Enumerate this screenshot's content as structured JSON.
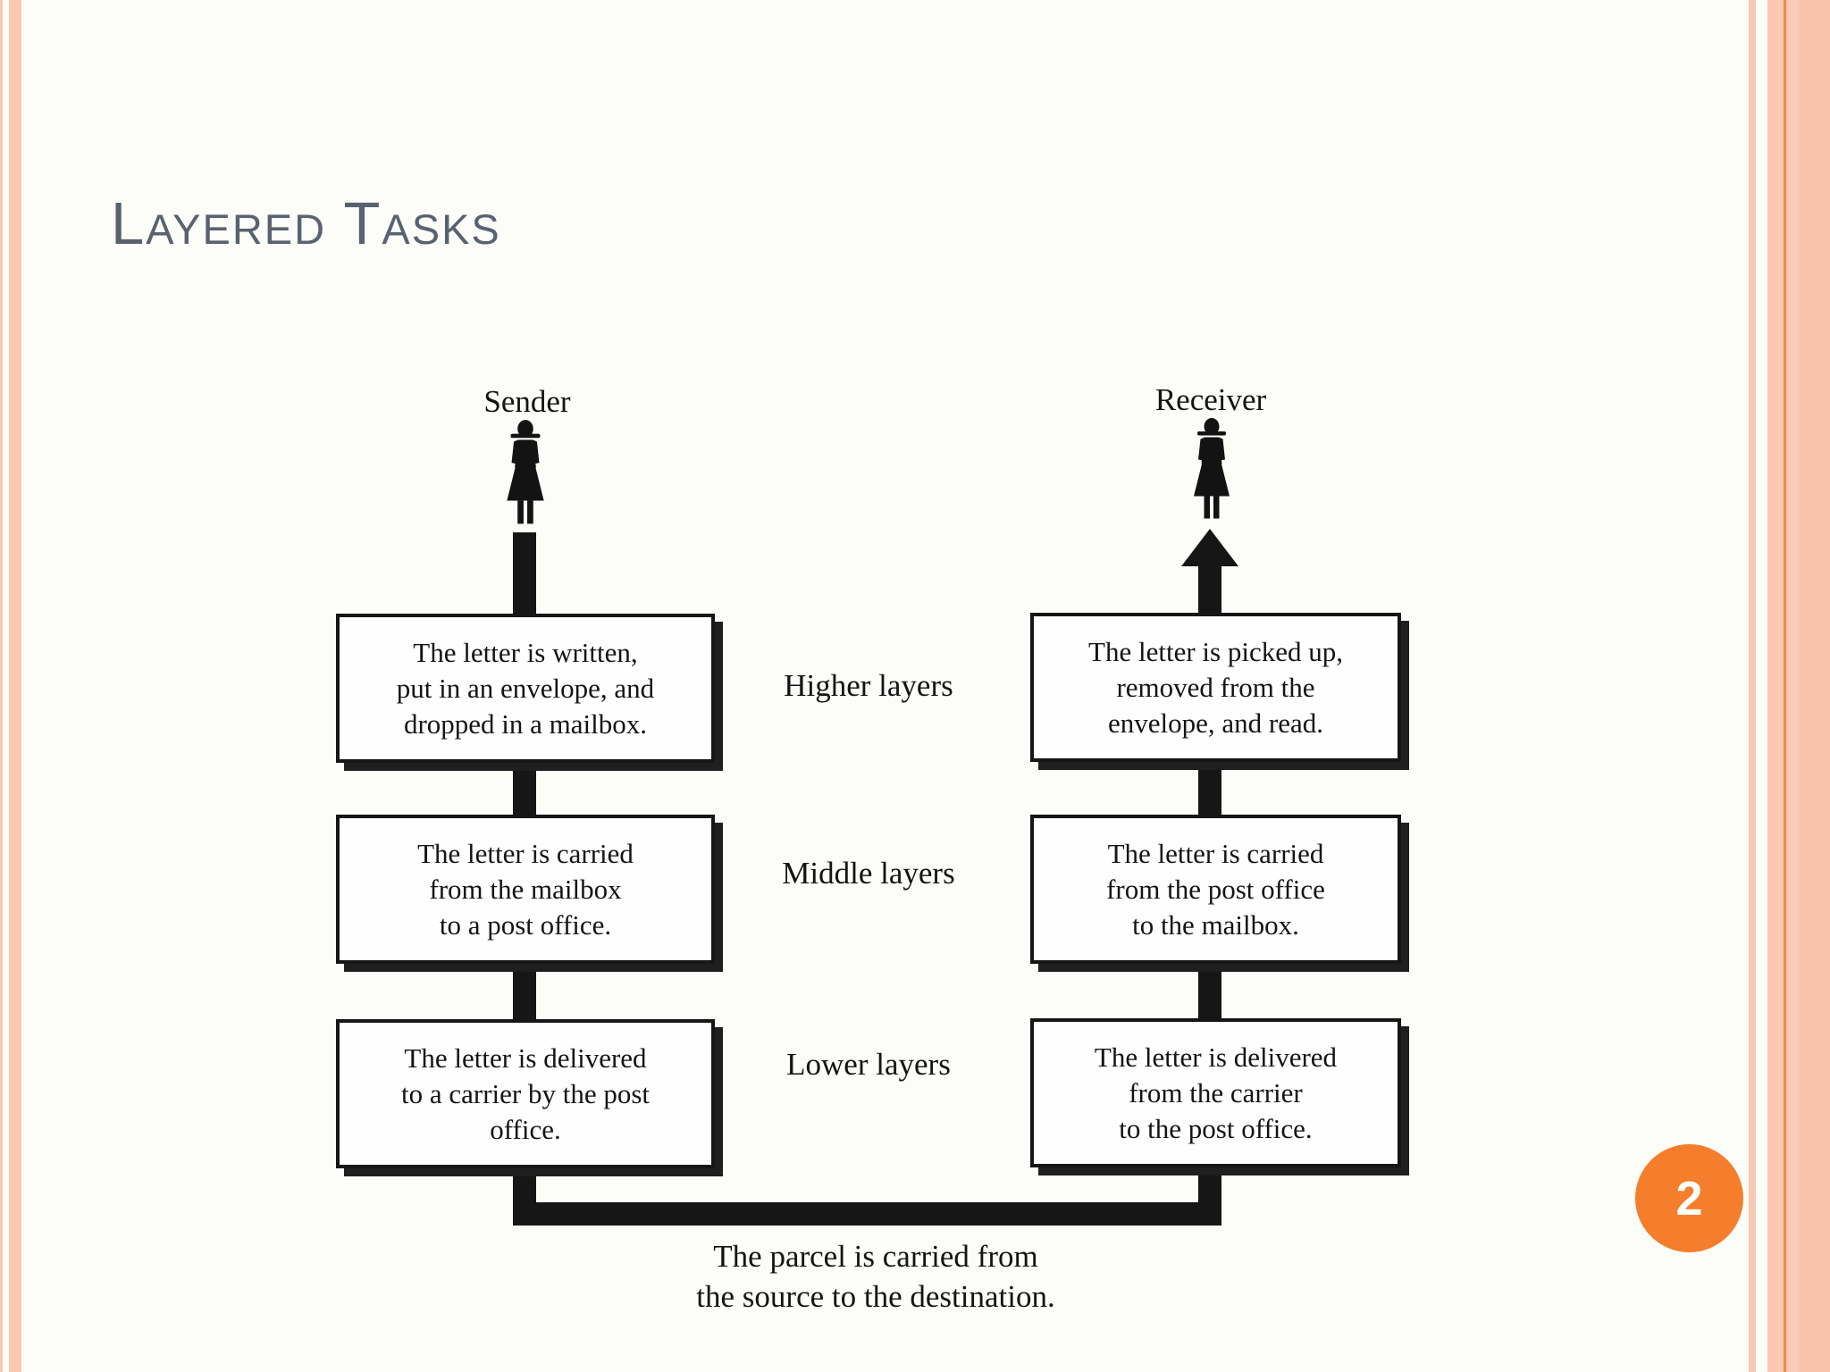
{
  "slide": {
    "title": "Layered Tasks",
    "page_number": "2"
  },
  "colors": {
    "title_text": "#5a6270",
    "side_stripes": "#fac7b2",
    "accent_line": "#ef8a4a",
    "page_badge": "#f57e2c",
    "diagram_ink": "#161616"
  },
  "diagram": {
    "sender": {
      "label": "Sender"
    },
    "receiver": {
      "label": "Receiver"
    },
    "layer_labels": [
      "Higher layers",
      "Middle layers",
      "Lower layers"
    ],
    "sender_tasks": [
      "The letter is written,\nput in an envelope, and\ndropped in a mailbox.",
      "The letter is carried\nfrom the mailbox\nto a post office.",
      "The letter is delivered\nto a carrier by the post\noffice."
    ],
    "receiver_tasks": [
      "The letter is picked up,\nremoved from the\nenvelope, and read.",
      "The letter is carried\nfrom the post office\nto the mailbox.",
      "The letter is delivered\nfrom the carrier\nto the post office."
    ],
    "caption": "The parcel is carried from\nthe source to the destination."
  }
}
